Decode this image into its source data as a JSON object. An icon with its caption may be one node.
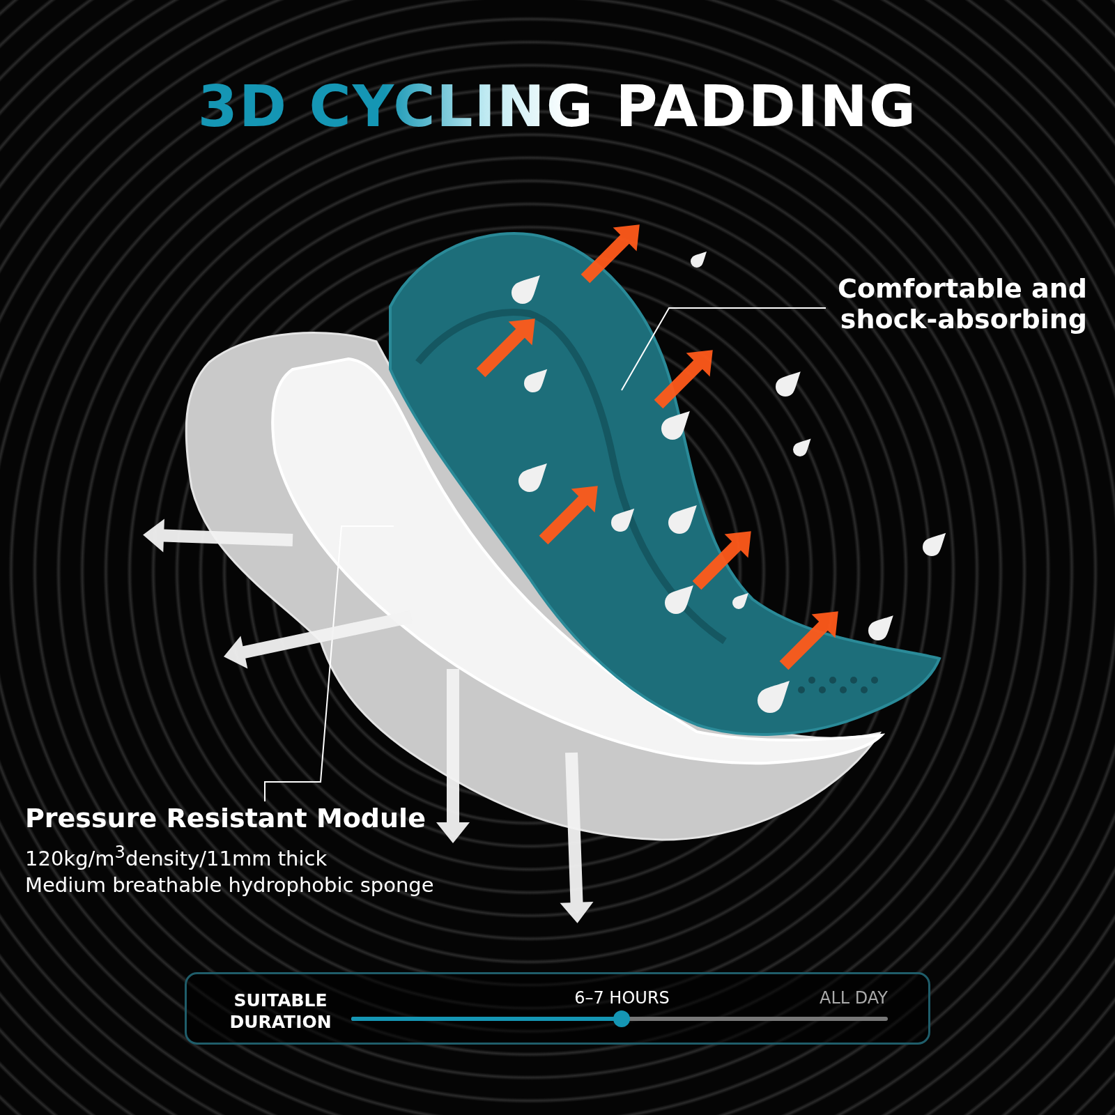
{
  "diagram": {
    "title": "3D CYCLING PADDING",
    "nodes": [
      {
        "text": [
          "Comfortable and shock-absorbing"
        ]
      },
      {
        "text": [],
        "shape": "picture"
      },
      {
        "text": [
          "Pressure Resistant Module",
          "120kg/m$^{3}$density/11mm thick",
          "Medium breathable hydrophobic sponge"
        ]
      },
      {
        "text": [],
        "shape": "picture"
      }
    ],
    "edges": [
      {
        "from": 0,
        "to": 1,
        "arrow": "none"
      },
      {
        "from": 2,
        "to": 3,
        "arrow": "none"
      }
    ],
    "labels": [
      "SUITABLE DURATION",
      "6–7 HOURS",
      "ALL DAY"
    ]
  }
}
